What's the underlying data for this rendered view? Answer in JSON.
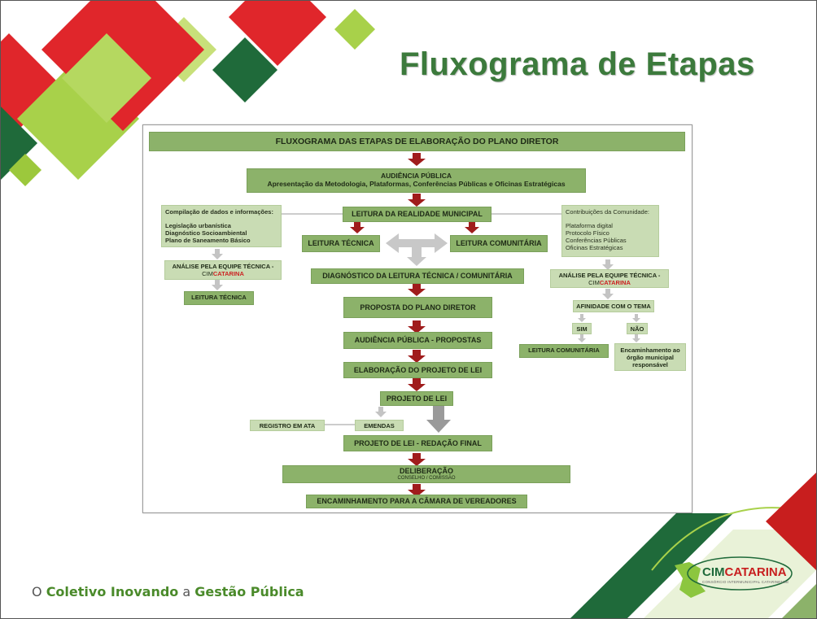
{
  "slide": {
    "title": "Fluxograma de Etapas",
    "footer": {
      "pre": "O ",
      "coletivo": "Coletivo Inovando",
      "a": " a ",
      "gestao": "Gestão Pública"
    },
    "logo": {
      "cim": "CIM",
      "catarina": "CATARINA",
      "sub": "CONSÓRCIO INTERMUNICIPAL CATARINENSE"
    }
  },
  "colors": {
    "box_green": "#8cb26a",
    "light_green": "#c9dcb4",
    "arrow_red": "#a01c1c",
    "title_green": "#3c7a3c",
    "accent_red": "#cc2222"
  },
  "flow": {
    "header": "FLUXOGRAMA DAS ETAPAS DE ELABORAÇÃO DO PLANO DIRETOR",
    "audiencia_title": "AUDIÊNCIA PÚBLICA",
    "audiencia_sub": "Apresentação da Metodologia, Plataformas, Conferências Públicas e Oficinas Estratégicas",
    "leitura_municipal": "LEITURA DA REALIDADE MUNICIPAL",
    "leitura_tecnica": "LEITURA TÉCNICA",
    "leitura_comunitaria": "LEITURA COMUNITÁRIA",
    "diagnostico": "DIAGNÓSTICO DA LEITURA TÉCNICA / COMUNITÁRIA",
    "proposta": "PROPOSTA  DO PLANO DIRETOR",
    "audiencia_propostas": "AUDIÊNCIA PÚBLICA - PROPOSTAS",
    "elaboracao": "ELABORAÇÃO DO PROJETO DE LEI",
    "projeto_lei": "PROJETO DE LEI",
    "registro": "REGISTRO EM ATA",
    "emendas": "EMENDAS",
    "redacao_final": "PROJETO DE LEI - REDAÇÃO FINAL",
    "deliberacao": "DELIBERAÇÃO",
    "deliberacao_sub": "CONSELHO / COMISSÃO",
    "encaminhamento_camara": "ENCAMINHAMENTO PARA A CÂMARA DE VEREADORES",
    "left": {
      "compilacao_title": "Compilação de dados e informações:",
      "item1": "Legislação urbanística",
      "item2": "Diagnóstico Socioambiental",
      "item3": "Plano de Saneamento Básico",
      "analise": "ANÁLISE PELA EQUIPE TÉCNICA -",
      "cim": "CIM",
      "catarina": "CATARINA",
      "leitura_tecnica": "LEITURA TÉCNICA"
    },
    "right": {
      "contrib_title": "Contribuições da Comunidade:",
      "item1": "Plataforma digital",
      "item2": "Protocolo Físico",
      "item3": "Conferências Públicas",
      "item4": "Oficinas Estratégicas",
      "analise": "ANÁLISE PELA EQUIPE TÉCNICA -",
      "cim": "CIM",
      "catarina": "CATARINA",
      "afinidade": "AFINIDADE COM O TEMA",
      "sim": "SIM",
      "nao": "NÃO",
      "leitura_comunitaria": "LEITURA COMUNITÁRIA",
      "encaminhamento_orgao": "Encaminhamento ao órgão municipal responsável"
    }
  }
}
